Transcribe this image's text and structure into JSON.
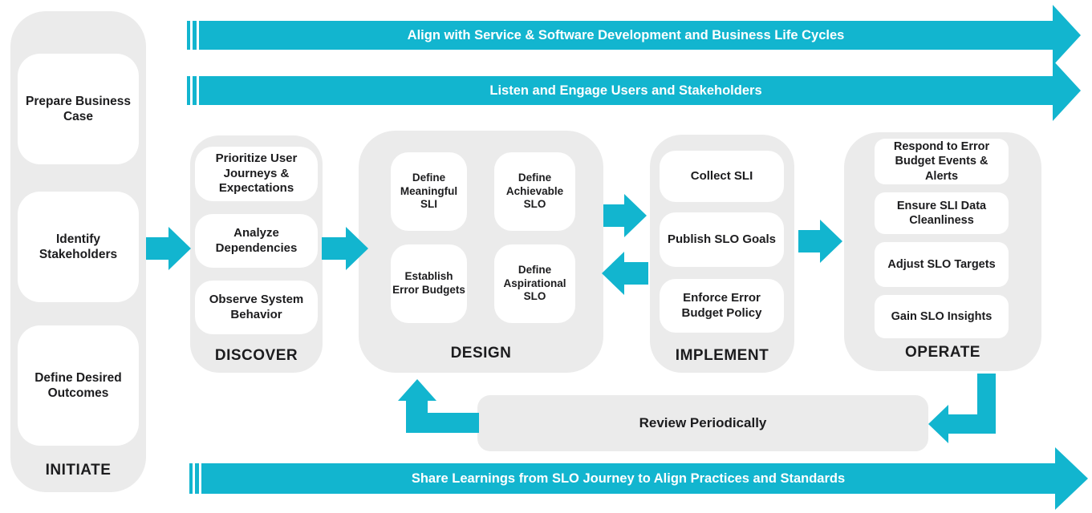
{
  "colors": {
    "accent": "#12b5cf",
    "panel_gray": "#ebebeb",
    "card_white": "#ffffff",
    "text_dark": "#1c1c1e",
    "banner_text": "#ffffff"
  },
  "banners": {
    "top1": "Align with Service & Software Development and Business Life Cycles",
    "top2": "Listen and Engage Users and Stakeholders",
    "bottom": "Share Learnings from SLO Journey to Align Practices and Standards"
  },
  "phases": [
    {
      "label": "INITIATE",
      "items": [
        "Prepare Business Case",
        "Identify Stakeholders",
        "Define Desired Outcomes"
      ]
    },
    {
      "label": "DISCOVER",
      "items": [
        "Prioritize User Journeys & Expectations",
        "Analyze Dependencies",
        "Observe System Behavior"
      ]
    },
    {
      "label": "DESIGN",
      "items": [
        "Define Meaningful SLI",
        "Define Achievable SLO",
        "Establish Error Budgets",
        "Define Aspirational SLO"
      ]
    },
    {
      "label": "IMPLEMENT",
      "items": [
        "Collect SLI",
        "Publish SLO Goals",
        "Enforce Error Budget Policy"
      ]
    },
    {
      "label": "OPERATE",
      "items": [
        "Respond to Error Budget Events & Alerts",
        "Ensure SLI Data Cleanliness",
        "Adjust SLO Targets",
        "Gain SLO Insights"
      ]
    }
  ],
  "review": {
    "label": "Review Periodically"
  }
}
